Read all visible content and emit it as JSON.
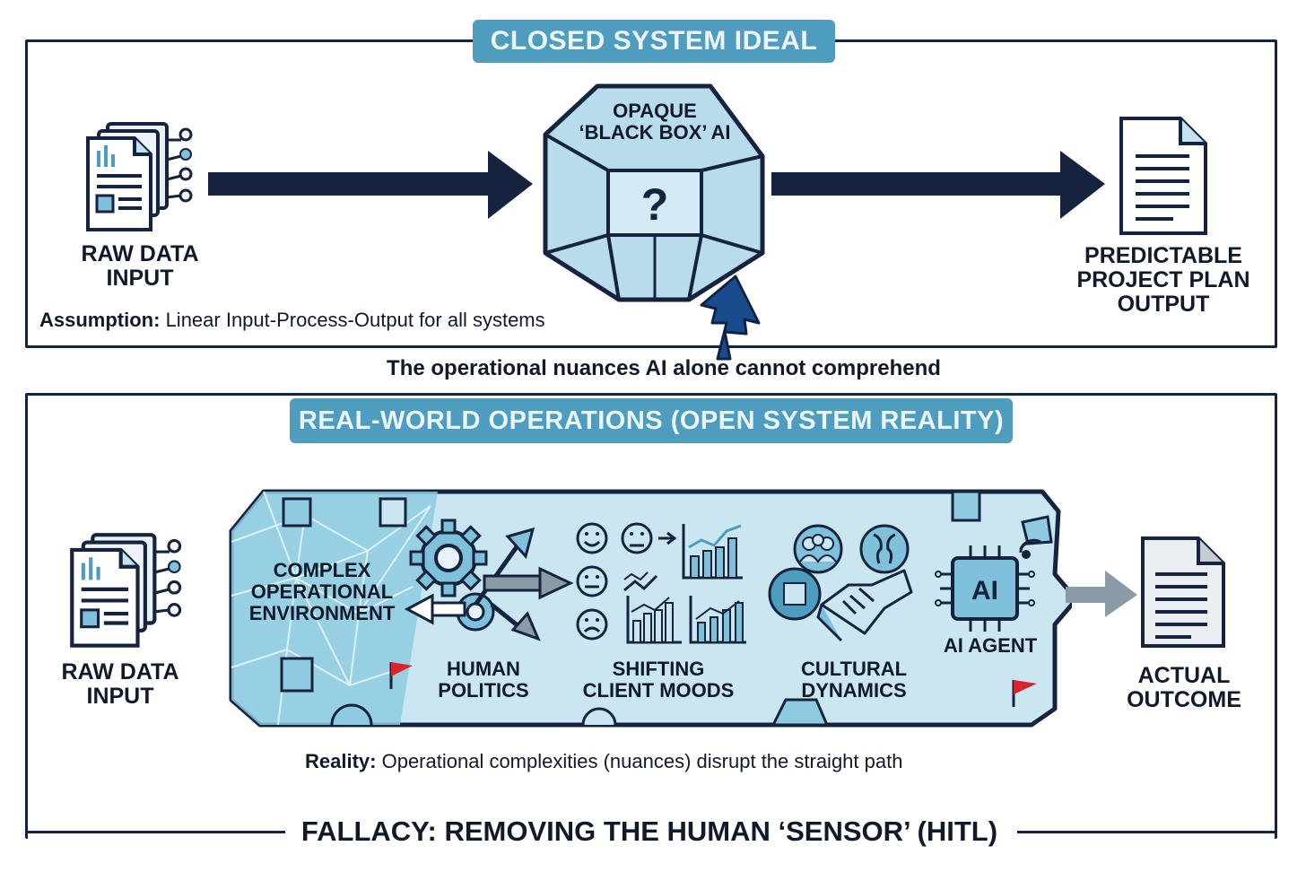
{
  "top_panel": {
    "title": "CLOSED SYSTEM IDEAL",
    "input_label": [
      "RAW DATA",
      "INPUT"
    ],
    "box_label": [
      "OPAQUE",
      "‘BLACK BOX’ AI"
    ],
    "box_symbol": "?",
    "output_label": [
      "PREDICTABLE",
      "PROJECT PLAN",
      "OUTPUT"
    ],
    "assumption_key": "Assumption:",
    "assumption_text": " Linear Input-Process-Output for all systems"
  },
  "middle_caption": "The operational nuances AI alone cannot comprehend",
  "bottom_panel": {
    "title": "REAL-WORLD OPERATIONS (OPEN SYSTEM REALITY)",
    "input_label": [
      "RAW DATA",
      "INPUT"
    ],
    "environment_label": [
      "COMPLEX",
      "OPERATIONAL",
      "ENVIRONMENT"
    ],
    "politics_label": [
      "HUMAN",
      "POLITICS"
    ],
    "moods_label": [
      "SHIFTING",
      "CLIENT MOODS"
    ],
    "culture_label": [
      "CULTURAL",
      "DYNAMICS"
    ],
    "agent_label": "AI AGENT",
    "agent_chip": "AI",
    "output_label": [
      "ACTUAL",
      "OUTCOME"
    ],
    "reality_key": "Reality:",
    "reality_text": " Operational complexities (nuances) disrupt the straight path"
  },
  "footer": "FALLACY: REMOVING THE HUMAN ‘SENSOR’ (HITL)",
  "colors": {
    "navy": "#16233f",
    "accent": "#4e9dbf",
    "light_blue": "#c4e3ef",
    "mid_blue": "#7fc1da",
    "flag_red": "#d8242c"
  },
  "icons": [
    "document-stack-icon",
    "hexagon-cube-icon",
    "document-icon",
    "gear-icon",
    "smiley-face-icon",
    "bar-chart-icon",
    "people-group-icon",
    "handshake-icon",
    "ai-chip-icon",
    "flag-icon"
  ]
}
